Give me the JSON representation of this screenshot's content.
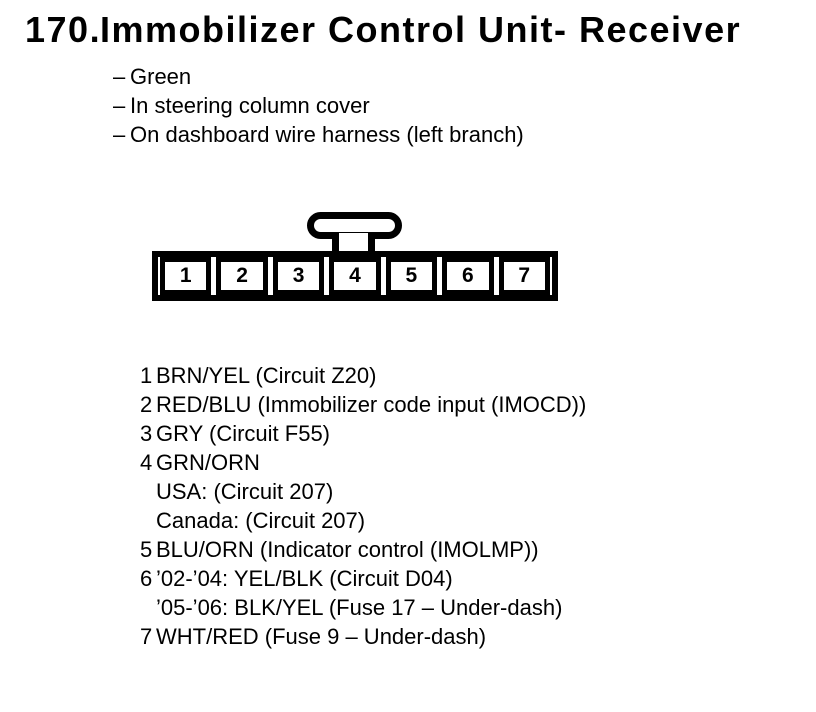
{
  "colors": {
    "ink": "#000000",
    "paper": "#ffffff"
  },
  "header": {
    "number": "170.",
    "title": "Immobilizer Control Unit- Receiver"
  },
  "notes": {
    "bullet": "–",
    "items": [
      "Green",
      "In steering column cover",
      "On dashboard wire harness (left branch)"
    ]
  },
  "connector": {
    "description": "7-cavity connector, front view, keyed tab above pin 4",
    "pins": [
      "1",
      "2",
      "3",
      "4",
      "5",
      "6",
      "7"
    ]
  },
  "pinout": [
    {
      "num": "1",
      "lines": [
        "BRN/YEL (Circuit Z20)"
      ]
    },
    {
      "num": "2",
      "lines": [
        "RED/BLU (Immobilizer code input (IMOCD))"
      ]
    },
    {
      "num": "3",
      "lines": [
        "GRY (Circuit F55)"
      ]
    },
    {
      "num": "4",
      "lines": [
        "GRN/ORN",
        "USA: (Circuit 207)",
        "Canada: (Circuit 207)"
      ]
    },
    {
      "num": "5",
      "lines": [
        "BLU/ORN (Indicator control (IMOLMP))"
      ]
    },
    {
      "num": "6",
      "lines": [
        "’02-’04: YEL/BLK (Circuit D04)",
        "’05-’06: BLK/YEL (Fuse 17 – Under-dash)"
      ]
    },
    {
      "num": "7",
      "lines": [
        "WHT/RED (Fuse 9 – Under-dash)"
      ]
    }
  ]
}
